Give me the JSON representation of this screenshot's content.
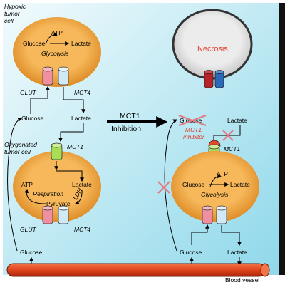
{
  "labels": {
    "hypoxic_line1": "Hypoxic",
    "hypoxic_line2": "tumor",
    "hypoxic_line3": "cell",
    "oxygenated": "Oxygenated",
    "oxygenated_line2": "tumor cell",
    "necrosis": "Necrosis",
    "mct1_inhibition_line1": "MCT1",
    "mct1_inhibition_line2": "Inhibition",
    "blood_vessel": "Blood vessel"
  },
  "top_cell": {
    "atp": "ATP",
    "glucose": "Glucose",
    "lactate": "Lactate",
    "pathway": "Glycolysis",
    "transporter_left": "GLUT",
    "transporter_right": "MCT4"
  },
  "mid_left": {
    "glucose": "Glucose",
    "lactate": "Lactate",
    "mct1": "MCT1"
  },
  "bottom_left_cell": {
    "atp": "ATP",
    "lactate": "Lactate",
    "pathway": "Respiration",
    "ldh": "LDH",
    "pyruvate": "Pyruvate",
    "transporter_left": "GLUT",
    "transporter_right": "MCT4"
  },
  "right_side": {
    "glucose_crossed": "Glucose",
    "lactate": "Lactate",
    "inhibitor_line1": "MCT1",
    "inhibitor_line2": "inhibitor",
    "mct1": "MCT1",
    "cell_atp": "ATP",
    "cell_glucose": "Glucose",
    "cell_lactate": "Lactate",
    "cell_pathway": "Glycolysis",
    "bottom_glucose": "Glucose",
    "bottom_lactate": "Lactate"
  },
  "bottom_left": {
    "glucose": "Glucose"
  },
  "colors": {
    "background_top": "#e6f7fb",
    "background_bottom": "#9fe0ee",
    "cell_fill": "#f0a23a",
    "necrosis_fill": "#e6e6e6",
    "vessel": "#e4481f",
    "glut": "#f08fa0",
    "mct4": "#cfe9f7",
    "mct1": "#a8dd55",
    "inhibitor": "#e04a2a",
    "cross": "#e07a80"
  }
}
